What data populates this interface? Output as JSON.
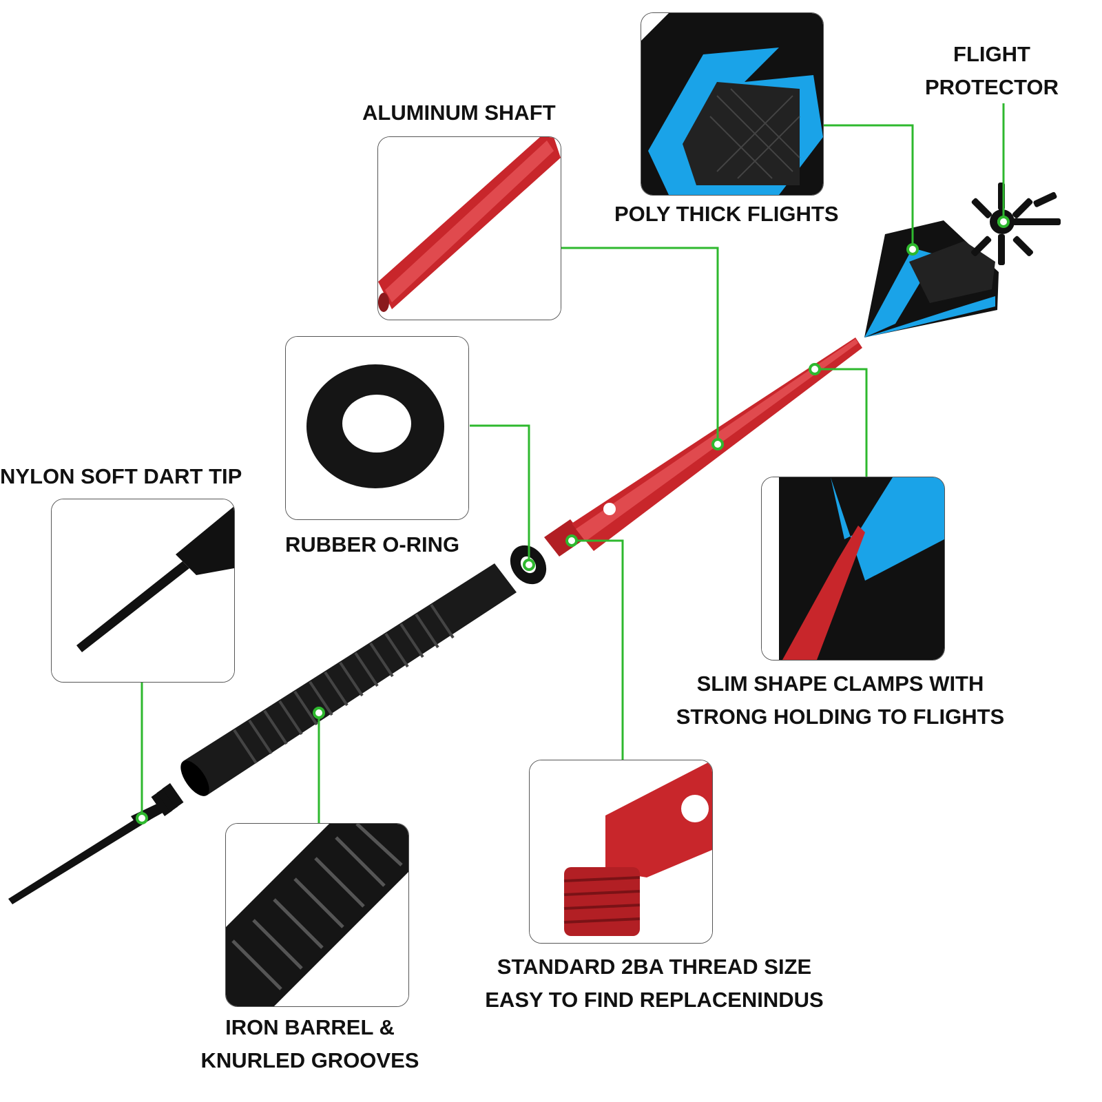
{
  "colors": {
    "leader": "#2eb82e",
    "shaft": "#c8262b",
    "flight_blue": "#1aa3e8",
    "black": "#111111"
  },
  "labels": {
    "flight_protector": [
      "FLIGHT",
      "PROTECTOR"
    ],
    "aluminum_shaft": "ALUMINUM SHAFT",
    "poly_thick_flights": "POLY THICK FLIGHTS",
    "rubber_o_ring": "RUBBER O-RING",
    "nylon_soft_dart_tip": "NYLON SOFT DART TIP",
    "slim_shape_clamps": [
      "SLIM SHAPE CLAMPS WITH",
      "STRONG HOLDING TO FLIGHTS"
    ],
    "standard_thread": [
      "STANDARD 2BA THREAD SIZE",
      "EASY TO FIND REPLACENINDUS"
    ],
    "iron_barrel": [
      "IRON BARREL &",
      "KNURLED GROOVES"
    ]
  }
}
